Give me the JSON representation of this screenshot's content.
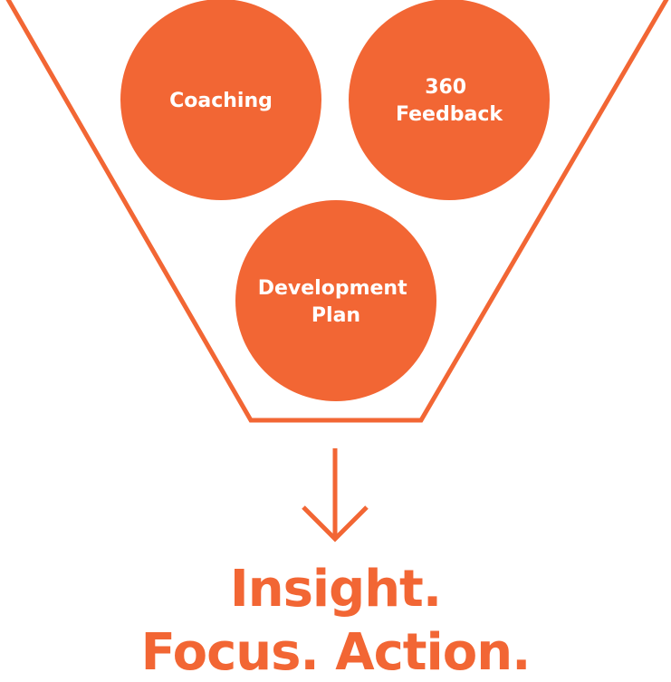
{
  "colors": {
    "accent": "#F26634",
    "circle_text": "#FFFFFF",
    "background": "#FFFFFF"
  },
  "circles": [
    {
      "lines": [
        "Coaching"
      ]
    },
    {
      "lines": [
        "360",
        "Feedback"
      ]
    },
    {
      "lines": [
        "Development",
        "Plan"
      ]
    }
  ],
  "arrow_icon": "arrow-down-icon",
  "tagline": {
    "line1": "Insight.",
    "line2": "Focus. Action."
  }
}
